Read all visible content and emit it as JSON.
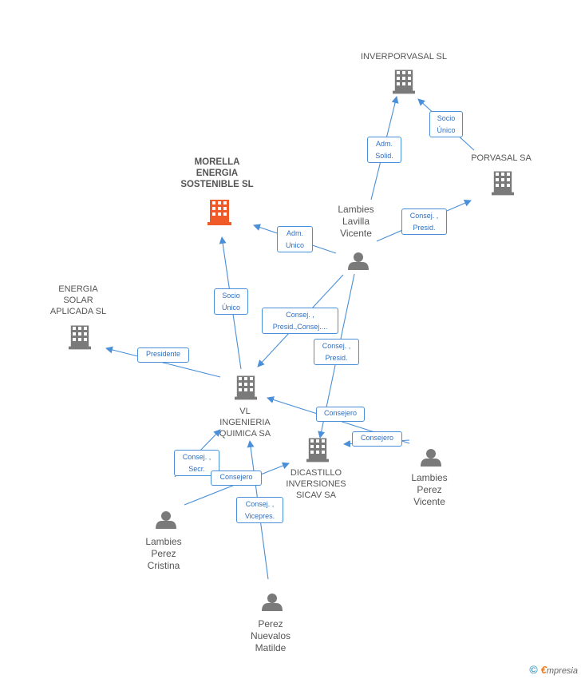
{
  "colors": {
    "edge": "#4a8fd8",
    "company": "#7a7a7a",
    "focus_company": "#f05a28",
    "person": "#7a7a7a"
  },
  "nodes": {
    "morella": {
      "label": "MORELLA\nENERGIA\nSOSTENIBLE SL",
      "icon": "building-icon"
    },
    "inverporvasal": {
      "label": "INVERPORVASAL SL",
      "icon": "building-icon"
    },
    "porvasal": {
      "label": "PORVASAL SA",
      "icon": "building-icon"
    },
    "energia_solar": {
      "label": "ENERGIA\nSOLAR\nAPLICADA SL",
      "icon": "building-icon"
    },
    "vl_ingenieria": {
      "label": "VL\nINGENIERIA\nQUIMICA SA",
      "icon": "building-icon"
    },
    "dicastillo": {
      "label": "DICASTILLO\nINVERSIONES\nSICAV SA",
      "icon": "building-icon"
    },
    "lambies_lavilla": {
      "label": "Lambies\nLavilla\nVicente",
      "icon": "person-icon"
    },
    "lambies_perez_vicente": {
      "label": "Lambies\nPerez\nVicente",
      "icon": "person-icon"
    },
    "lambies_perez_cristina": {
      "label": "Lambies\nPerez\nCristina",
      "icon": "person-icon"
    },
    "perez_nuevalos": {
      "label": "Perez\nNuevalos\nMatilde",
      "icon": "person-icon"
    }
  },
  "relations": {
    "r1": "Adm.\nSolid.",
    "r2": "Socio\nÚnico",
    "r3": "Consej. ,\nPresid.",
    "r4": "Adm.\nUnico",
    "r5": "Socio\nÚnico",
    "r6": "Consej. ,\nPresid.,Consej....",
    "r7": "Consej. ,\nPresid.",
    "r8": "Presidente",
    "r9": "Consejero",
    "r10": "Consejero",
    "r11": "Consej. ,\nSecr.",
    "r12": "Consejero",
    "r13": "Consej. ,\nVicepres."
  },
  "footer": {
    "copyright": "©",
    "brand_first": "€",
    "brand_rest": "mpresia"
  }
}
